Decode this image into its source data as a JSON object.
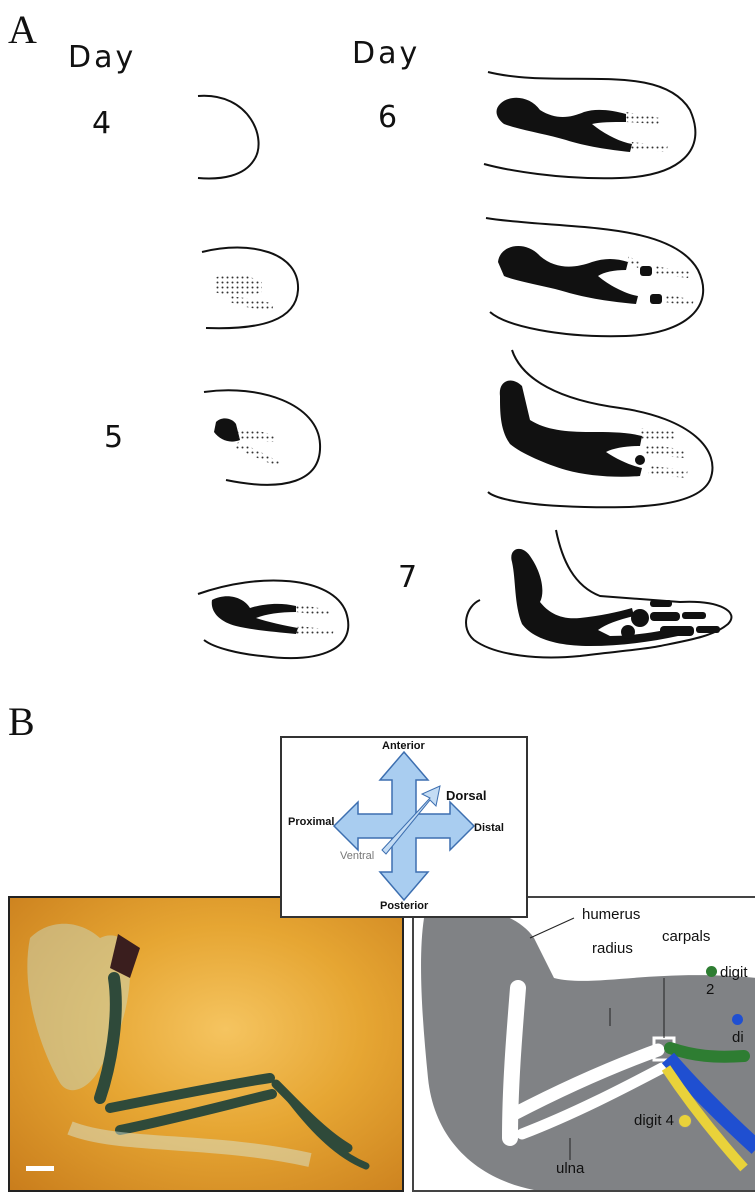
{
  "panel_a": {
    "letter": "A",
    "day_label_left": "Day",
    "day_label_right": "Day",
    "days": [
      "4",
      "5",
      "6",
      "7"
    ]
  },
  "panel_b": {
    "letter": "B",
    "compass": {
      "anterior": "Anterior",
      "posterior": "Posterior",
      "proximal": "Proximal",
      "distal": "Distal",
      "dorsal": "Dorsal",
      "ventral": "Ventral",
      "arrow_color": "#a9cdf0",
      "arrow_stroke": "#3d6fb0"
    },
    "labels": {
      "humerus": "humerus",
      "radius": "radius",
      "carpals": "carpals",
      "ulna": "ulna",
      "digit2": "digit 2",
      "digit3": "di",
      "digit4": "digit 4"
    },
    "colors": {
      "digit2": "#2e7d32",
      "digit3": "#1f4fd1",
      "digit4": "#e9d23a",
      "cartilage": "#808285",
      "photo_bg": "#e6a633",
      "bone_stain": "#2f4a3a"
    }
  }
}
